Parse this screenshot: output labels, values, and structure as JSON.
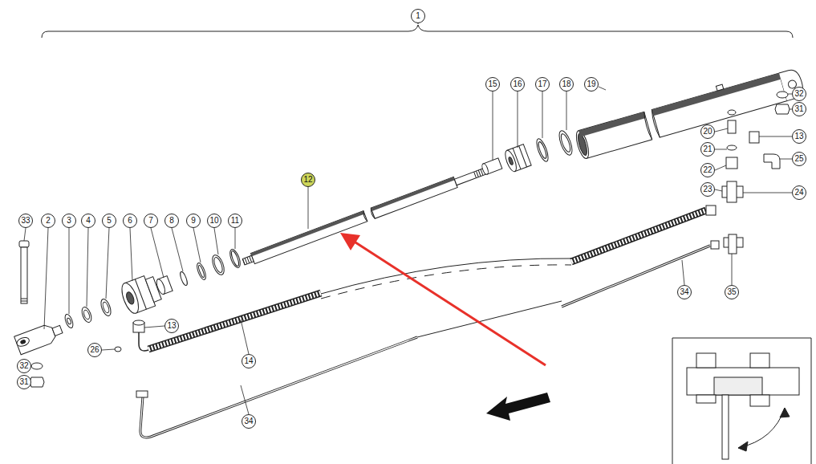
{
  "diagram": {
    "nodes": [
      {
        "text": [
          "1"
        ]
      },
      {
        "text": [
          "15"
        ]
      },
      {
        "text": [
          "16"
        ]
      },
      {
        "text": [
          "17"
        ]
      },
      {
        "text": [
          "18"
        ]
      },
      {
        "text": [
          "19"
        ]
      },
      {
        "text": [
          "32"
        ]
      },
      {
        "text": [
          "31"
        ]
      },
      {
        "text": [
          "20"
        ]
      },
      {
        "text": [
          "13"
        ]
      },
      {
        "text": [
          "21"
        ]
      },
      {
        "text": [
          "25"
        ]
      },
      {
        "text": [
          "22"
        ]
      },
      {
        "text": [
          "23"
        ]
      },
      {
        "text": [
          "24"
        ]
      },
      {
        "text": [
          "12"
        ]
      },
      {
        "text": [
          "33"
        ]
      },
      {
        "text": [
          "2"
        ]
      },
      {
        "text": [
          "3"
        ]
      },
      {
        "text": [
          "4"
        ]
      },
      {
        "text": [
          "5"
        ]
      },
      {
        "text": [
          "6"
        ]
      },
      {
        "text": [
          "7"
        ]
      },
      {
        "text": [
          "8"
        ]
      },
      {
        "text": [
          "9"
        ]
      },
      {
        "text": [
          "10"
        ]
      },
      {
        "text": [
          "11"
        ]
      },
      {
        "text": [
          "34"
        ]
      },
      {
        "text": [
          "35"
        ]
      },
      {
        "text": [
          "13"
        ]
      },
      {
        "text": [
          "26"
        ]
      },
      {
        "text": [
          "14"
        ]
      },
      {
        "text": [
          "32"
        ]
      },
      {
        "text": [
          "31"
        ]
      },
      {
        "text": [
          "34"
        ]
      }
    ]
  }
}
